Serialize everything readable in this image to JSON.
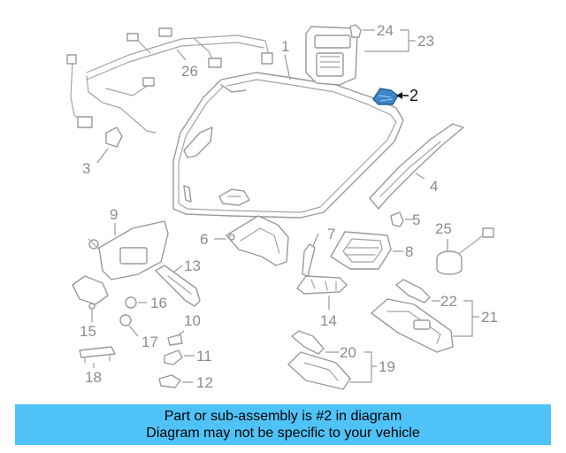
{
  "diagram": {
    "highlighted_part": "2",
    "callouts": {
      "c1": "1",
      "c2": "2",
      "c3": "3",
      "c4": "4",
      "c5": "5",
      "c6": "6",
      "c7": "7",
      "c8": "8",
      "c9": "9",
      "c10": "10",
      "c11": "11",
      "c12": "12",
      "c13": "13",
      "c14": "14",
      "c15": "15",
      "c16": "16",
      "c17": "17",
      "c18": "18",
      "c19": "19",
      "c20": "20",
      "c21": "21",
      "c22": "22",
      "c23": "23",
      "c24": "24",
      "c25": "25",
      "c26": "26"
    },
    "colors": {
      "highlight": "#3f86c7",
      "line": "#9a9a9a",
      "caption_bg": "#4fc3f7"
    }
  },
  "caption": {
    "line1": "Part or sub-assembly is #2 in diagram",
    "line2": "Diagram may not be specific to your vehicle"
  }
}
